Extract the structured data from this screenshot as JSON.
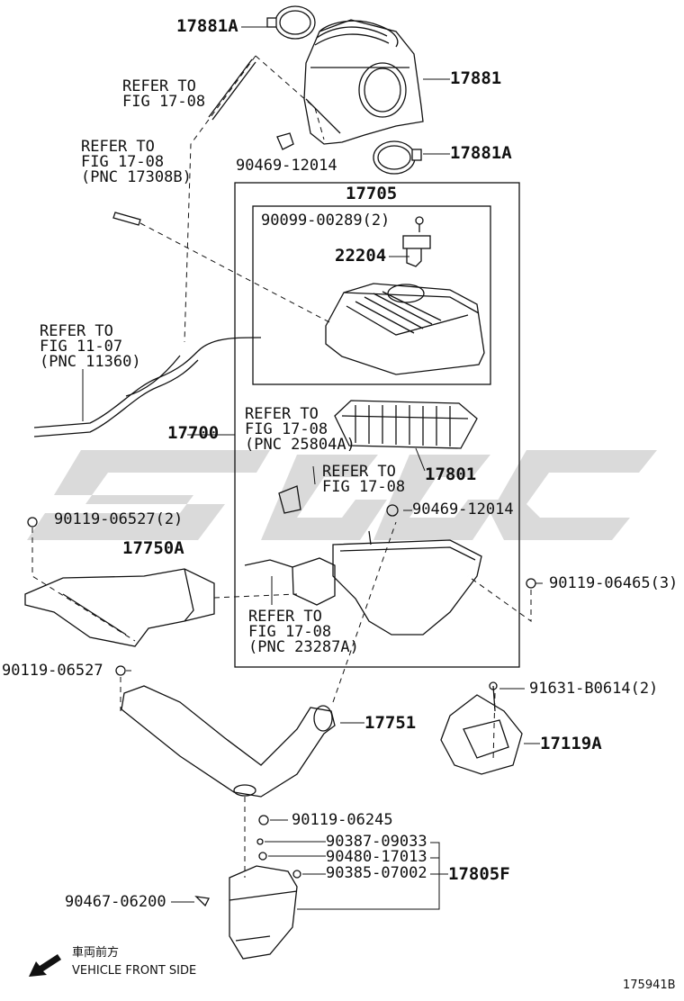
{
  "part_numbers": {
    "p17881a_top": "17881A",
    "p17881": "17881",
    "p90469_top": "90469-12014",
    "p17881a_bottom": "17881A",
    "p17705": "17705",
    "p90099": "90099-00289(2)",
    "p22204": "22204",
    "p17700": "17700",
    "p17801": "17801",
    "p90469_mid": "90469-12014",
    "p90119_06527_2": "90119-06527(2)",
    "p17750a": "17750A",
    "p90119_06465": "90119-06465(3)",
    "p90119_06527": "90119-06527",
    "p91631": "91631-B0614(2)",
    "p17751": "17751",
    "p17119a": "17119A",
    "p90119_06245": "90119-06245",
    "p90387": "90387-09033",
    "p90480": "90480-17013",
    "p90385": "90385-07002",
    "p17805f": "17805F",
    "p90467": "90467-06200"
  },
  "references": {
    "ref1": [
      "REFER TO",
      "FIG 17-08"
    ],
    "ref2": [
      "REFER TO",
      "FIG 17-08",
      "(PNC 17308B)"
    ],
    "ref3": [
      "REFER TO",
      "FIG 11-07",
      "(PNC 11360)"
    ],
    "ref4": [
      "REFER TO",
      "FIG 17-08",
      "(PNC 25804A)"
    ],
    "ref5": [
      "REFER TO",
      "FIG 17-08"
    ],
    "ref6": [
      "REFER TO",
      "FIG 17-08",
      "(PNC 23287A)"
    ]
  },
  "legend": {
    "direction_jp": "車両前方",
    "direction_en": "VEHICLE FRONT SIDE"
  },
  "figure_id": "175941B"
}
